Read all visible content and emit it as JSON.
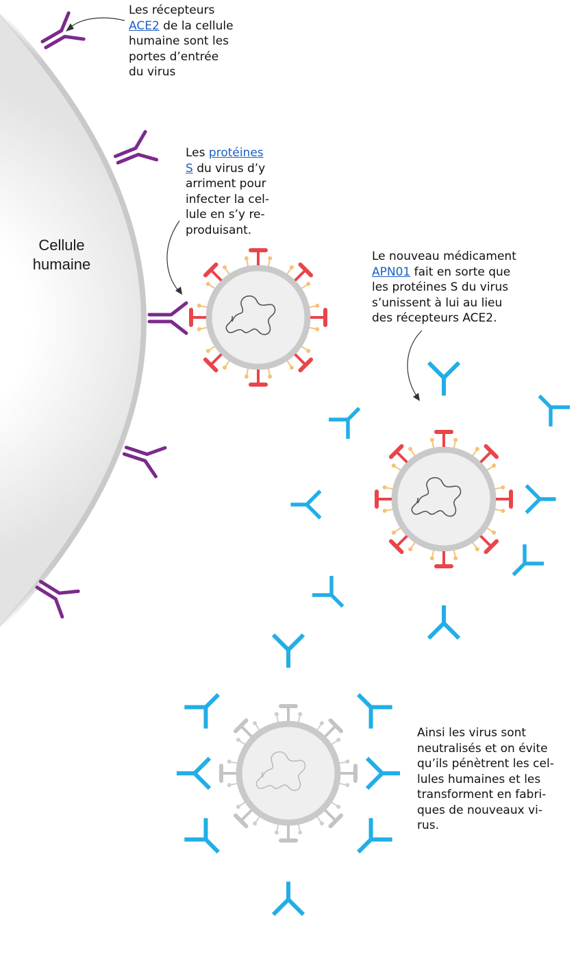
{
  "cell": {
    "label_line1": "Cellule",
    "label_line2": "humaine"
  },
  "notes": {
    "ace2_receptors": {
      "l1": "Les récepteurs",
      "link": "ACE2",
      "l2_rest": " de la cellule",
      "l3": "humaine sont les",
      "l4": "portes d’entrée",
      "l5": "du virus"
    },
    "spike_proteins": {
      "l1_pre": "Les ",
      "link_part1": "protéines",
      "link_part2": "S",
      "l2_rest": " du virus d’y",
      "l3": "arriment pour",
      "l4": "infecter la cel-",
      "l5": "lule en s’y re-",
      "l6": "produisant."
    },
    "new_drug": {
      "l1": "Le nouveau médicament",
      "link": "APN01",
      "l2_rest": " fait en sorte que",
      "l3": "les protéines S du virus",
      "l4": "s’unissent à lui au lieu",
      "l5": "des récepteurs ACE2."
    },
    "neutralized": {
      "l1": "Ainsi les virus sont",
      "l2": "neutralisés et on évite",
      "l3": "qu’ils pénètrent les cel-",
      "l4": "lules humaines et les",
      "l5": "transforment en fabri-",
      "l6": "ques de nouveaux vi-",
      "l7": "rus."
    }
  },
  "colors": {
    "receptor": "#7b2a8c",
    "spike": "#e8454b",
    "small_spike": "#f4c27a",
    "drug": "#22aee6",
    "membrane": "#c9c9c9",
    "virus_fill": "#efefef",
    "neutral_spike": "#c4c4c4"
  }
}
